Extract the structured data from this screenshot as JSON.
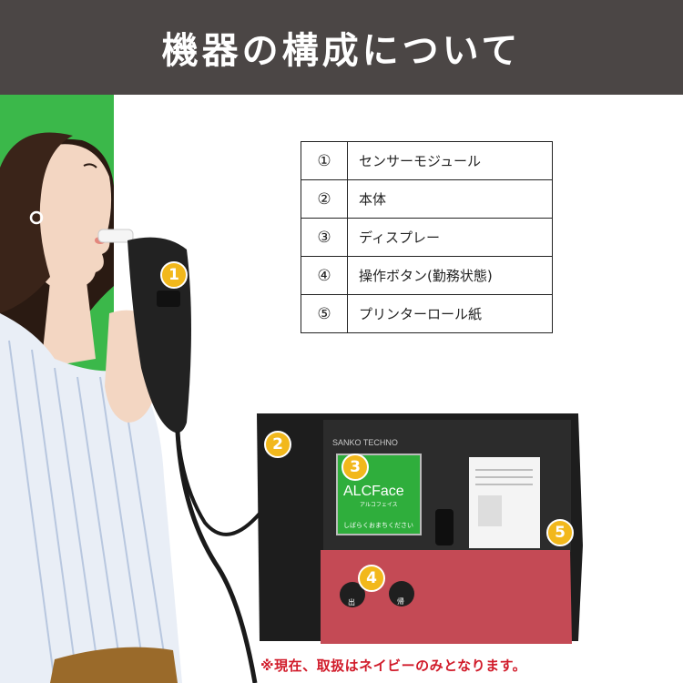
{
  "header": {
    "title": "機器の構成について"
  },
  "parts": [
    {
      "num": "①",
      "name": "センサーモジュール"
    },
    {
      "num": "②",
      "name": "本体"
    },
    {
      "num": "③",
      "name": "ディスプレー"
    },
    {
      "num": "④",
      "name": "操作ボタン(勤務状態)"
    },
    {
      "num": "⑤",
      "name": "プリンターロール紙"
    }
  ],
  "markers": [
    "1",
    "2",
    "3",
    "4",
    "5"
  ],
  "device": {
    "brand": "SANKO TECHNO",
    "screen_logo": "ALCFace",
    "screen_logo_kana": "アルコフェイス",
    "screen_message": "しばらくおまちください",
    "button_in": "出",
    "button_out": "帰"
  },
  "footnote": "※現在、取扱はネイビーのみとなります。",
  "colors": {
    "header_bg": "#4b4645",
    "marker": "#f2b81c",
    "panel_red": "#c44a55",
    "screen_green": "#2fae3c",
    "background_green": "#3bb84a",
    "footnote": "#d11b2a"
  }
}
